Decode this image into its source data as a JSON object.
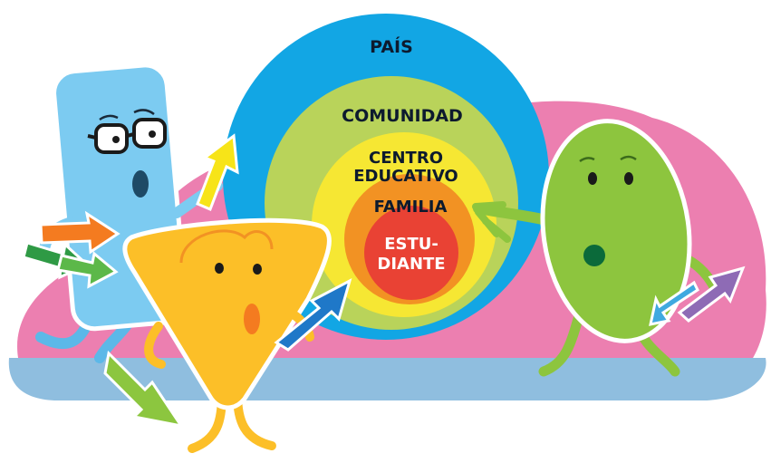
{
  "labels": {
    "pais": "PAÍS",
    "comunidad": "COMUNIDAD",
    "centro_line1": "CENTRO",
    "centro_line2": "EDUCATIVO",
    "familia": "FAMILIA",
    "estudiante_line1": "ESTU-",
    "estudiante_line2": "DIANTE"
  },
  "colors": {
    "pais": "#12a6e4",
    "comunidad": "#b9d35a",
    "centro": "#f6e733",
    "familia": "#f29223",
    "estudiante": "#e94234",
    "background_blob": "#ec7fb0",
    "ground": "#8fbedf",
    "blue_character": "#7ccbf1",
    "yellow_character": "#fcbf28",
    "green_character": "#8dc53e"
  },
  "icons": [
    "glasses-icon",
    "arrow-icon"
  ]
}
